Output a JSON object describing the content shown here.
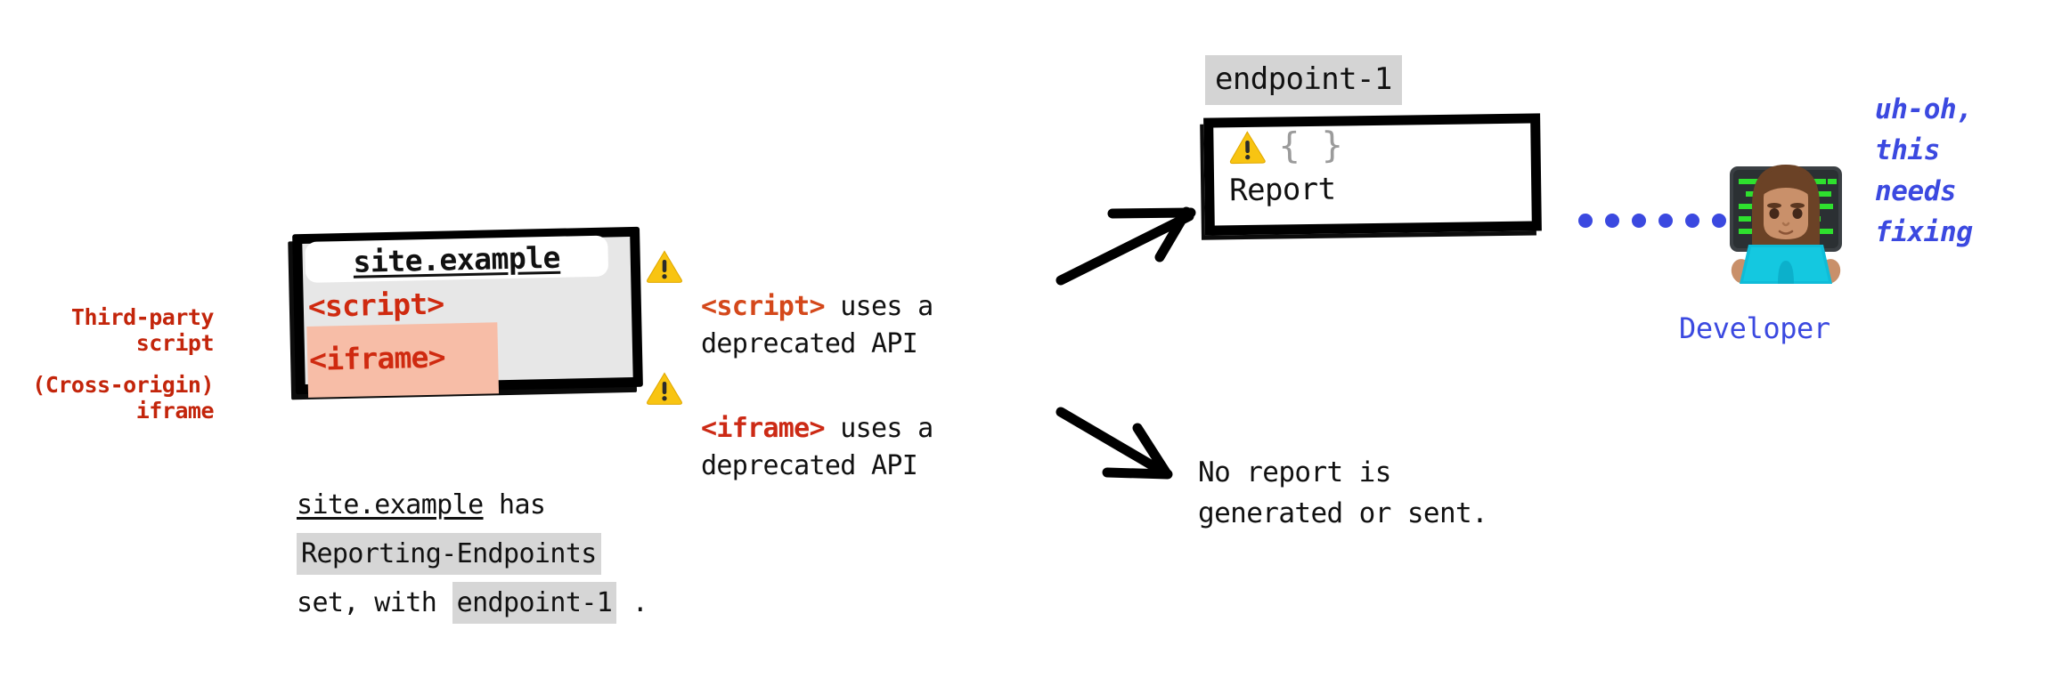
{
  "colors": {
    "red_label": "#c3250b",
    "tag_script": "#d4481b",
    "tag_iframe": "#cc2a15",
    "blue": "#3b49e0",
    "code_highlight": "#d6d6d6",
    "iframe_highlight": "#f7bda7",
    "browser_bg": "#e7e7e7",
    "warning_yellow": "#f8c412",
    "brace_gray": "#9b9b9b"
  },
  "left_labels": {
    "third_party_script": "Third-party\nscript",
    "cross_origin_iframe": "(Cross-origin)\niframe"
  },
  "browser": {
    "url": "site.example",
    "script_tag": "<script>",
    "iframe_tag": "<iframe>"
  },
  "caption": {
    "site": "site.example",
    "has": " has",
    "header": "Reporting-Endpoints",
    "set_with": "set, with",
    "endpoint": "endpoint-1",
    "period": "."
  },
  "warnings": [
    {
      "icon": "warning-triangle-icon",
      "tag": "<script>",
      "rest": " uses a\ndeprecated API"
    },
    {
      "icon": "warning-triangle-icon",
      "tag": "<iframe>",
      "rest": " uses a\ndeprecated API"
    }
  ],
  "report": {
    "endpoint_label": "endpoint-1",
    "braces": "{ }",
    "label": "Report"
  },
  "no_report": {
    "text": "No report is\ngenerated or sent."
  },
  "developer": {
    "label": "Developer",
    "speech": "uh-oh,\nthis\nneeds\nfixing",
    "dot_count": 6
  }
}
